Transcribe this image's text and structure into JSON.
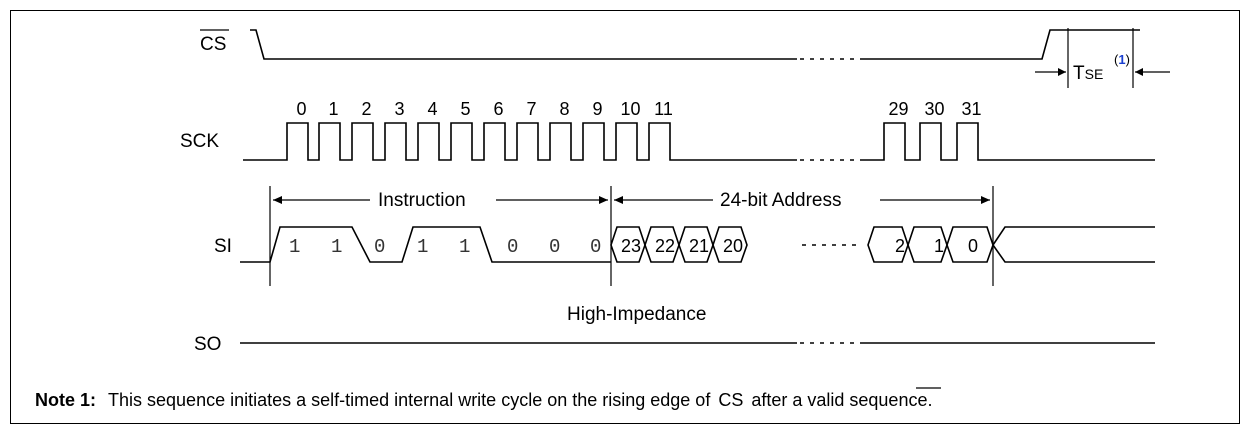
{
  "signals": {
    "cs": "CS",
    "sck": "SCK",
    "si": "SI",
    "so": "SO"
  },
  "clock_numbers": [
    "0",
    "1",
    "2",
    "3",
    "4",
    "5",
    "6",
    "7",
    "8",
    "9",
    "10",
    "11",
    "29",
    "30",
    "31"
  ],
  "instruction_label": "Instruction",
  "address_label": "24-bit Address",
  "instruction_bits": [
    "1",
    "1",
    "0",
    "1",
    "1",
    "0",
    "0",
    "0"
  ],
  "address_bits_high": [
    "23",
    "22",
    "21",
    "20"
  ],
  "address_bits_low": [
    "2",
    "1",
    "0"
  ],
  "high_impedance_label": "High-Impedance",
  "tse": {
    "base": "T",
    "sub": "SE",
    "ref": "(",
    "ref_num": "1",
    "ref_close": ")"
  },
  "note": {
    "label": "Note 1:",
    "text_before": "This sequence initiates a self-timed internal write cycle on the rising edge of",
    "cs_ref": "CS",
    "text_after": "after a valid sequence."
  }
}
